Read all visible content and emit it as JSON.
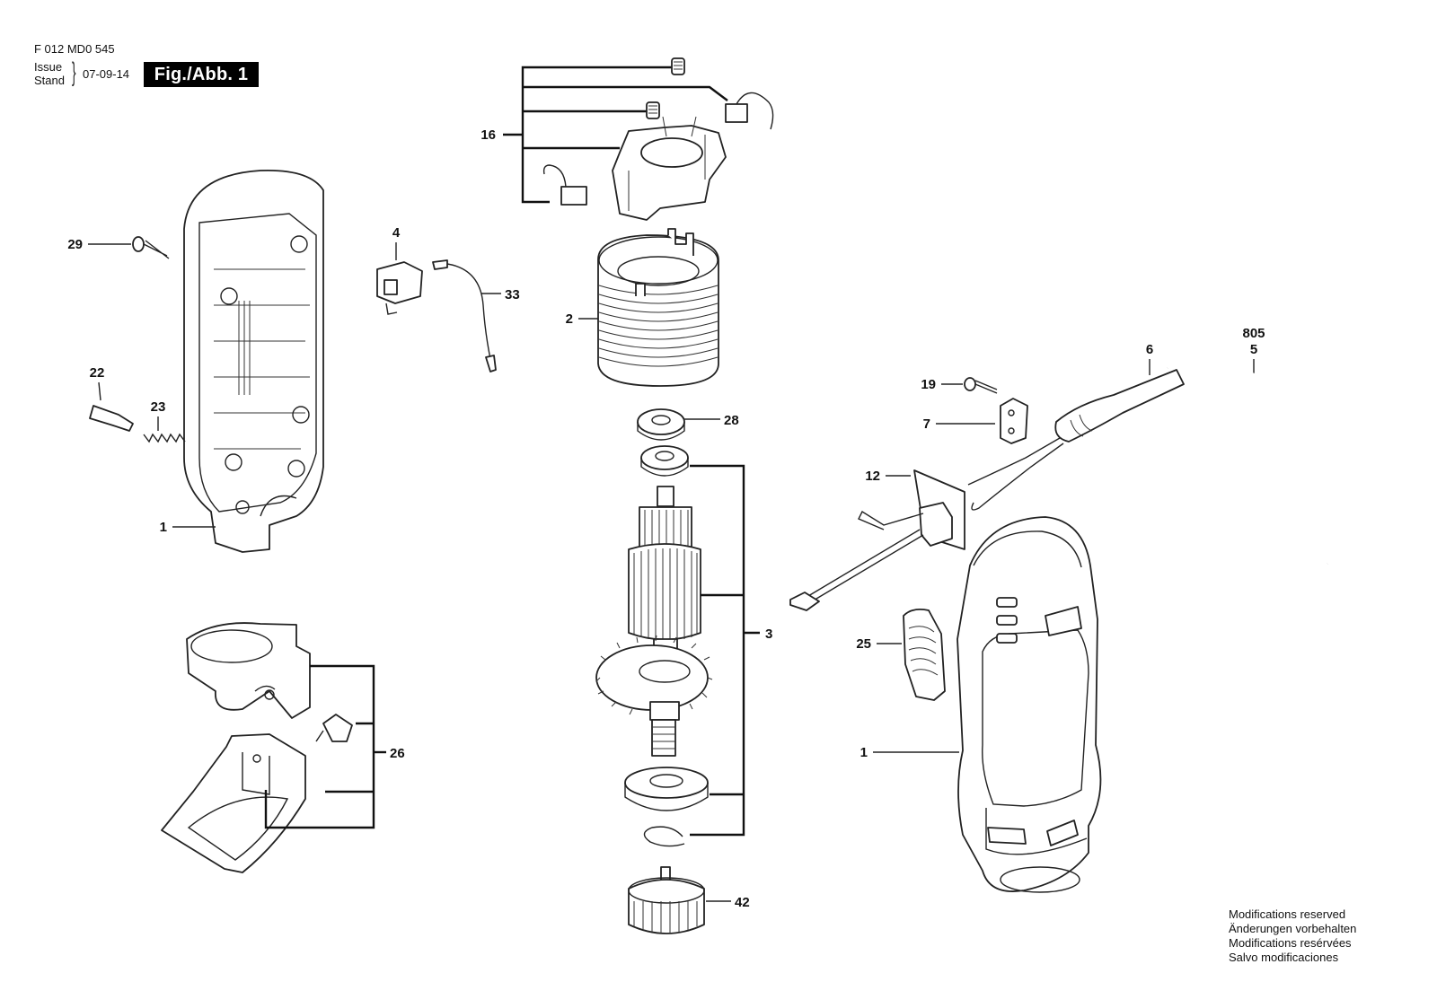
{
  "header": {
    "doc_number": "F 012 MD0 545",
    "issue_label": "Issue",
    "stand_label": "Stand",
    "brace": "}",
    "issue_date": "07-09-14",
    "figure_label": "Fig./Abb. 1"
  },
  "callouts": {
    "p16": "16",
    "p29": "29",
    "p4": "4",
    "p33": "33",
    "p2": "2",
    "p22": "22",
    "p23": "23",
    "p28": "28",
    "p1_housing": "1",
    "p805": "805",
    "p6": "6",
    "p5": "5",
    "p19": "19",
    "p7": "7",
    "p12": "12",
    "p3": "3",
    "p25": "25",
    "p26": "26",
    "p1_tool": "1",
    "p42": "42"
  },
  "footer_notes": {
    "en": "Modifications reserved",
    "de": "Änderungen vorbehalten",
    "fr": "Modifications resérvées",
    "es": "Salvo modificaciones"
  }
}
